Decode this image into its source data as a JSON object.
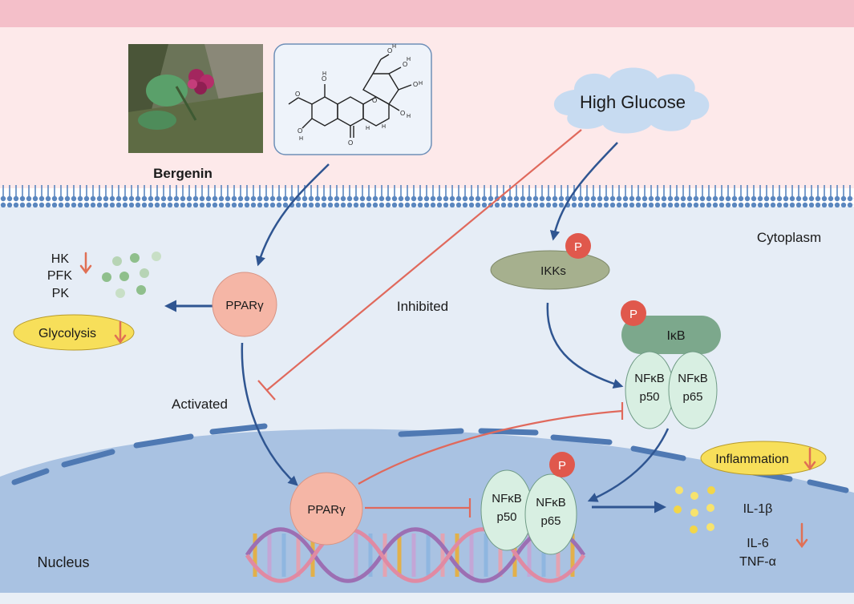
{
  "labels": {
    "bergenin": "Bergenin",
    "high_glucose": "High Glucose",
    "cytoplasm": "Cytoplasm",
    "nucleus": "Nucleus",
    "inhibited": "Inhibited",
    "activated": "Activated",
    "pparg": "PPARγ",
    "ikks": "IKKs",
    "phospho": "P",
    "ikb": "IκB",
    "nfkb": "NFκB",
    "p50": "p50",
    "p65": "p65",
    "glycolysis": "Glycolysis",
    "inflammation": "Inflammation",
    "enzymes": [
      "HK",
      "PFK",
      "PK"
    ],
    "cytokines": [
      "IL-1β",
      "IL-6",
      "TNF-α"
    ]
  },
  "colors": {
    "extracellular": "#fde9ea",
    "top_band": "#f4bfc9",
    "cytoplasm": "#e6edf6",
    "membrane": "#5b87bf",
    "nucleus": "#a9c2e2",
    "nuclear_envelope": "#4f79b3",
    "pparg": "#f5b6a6",
    "ikk": "#a6b08e",
    "ikb": "#7ca88c",
    "nfkb": "#d8efe2",
    "phospho": "#e0584c",
    "activation_arrow": "#2f5591",
    "inhibition": "#e0695c",
    "down_arrow": "#e07055",
    "badge": "#f7df5a",
    "glucose_cloud": "#c7dbf1"
  }
}
